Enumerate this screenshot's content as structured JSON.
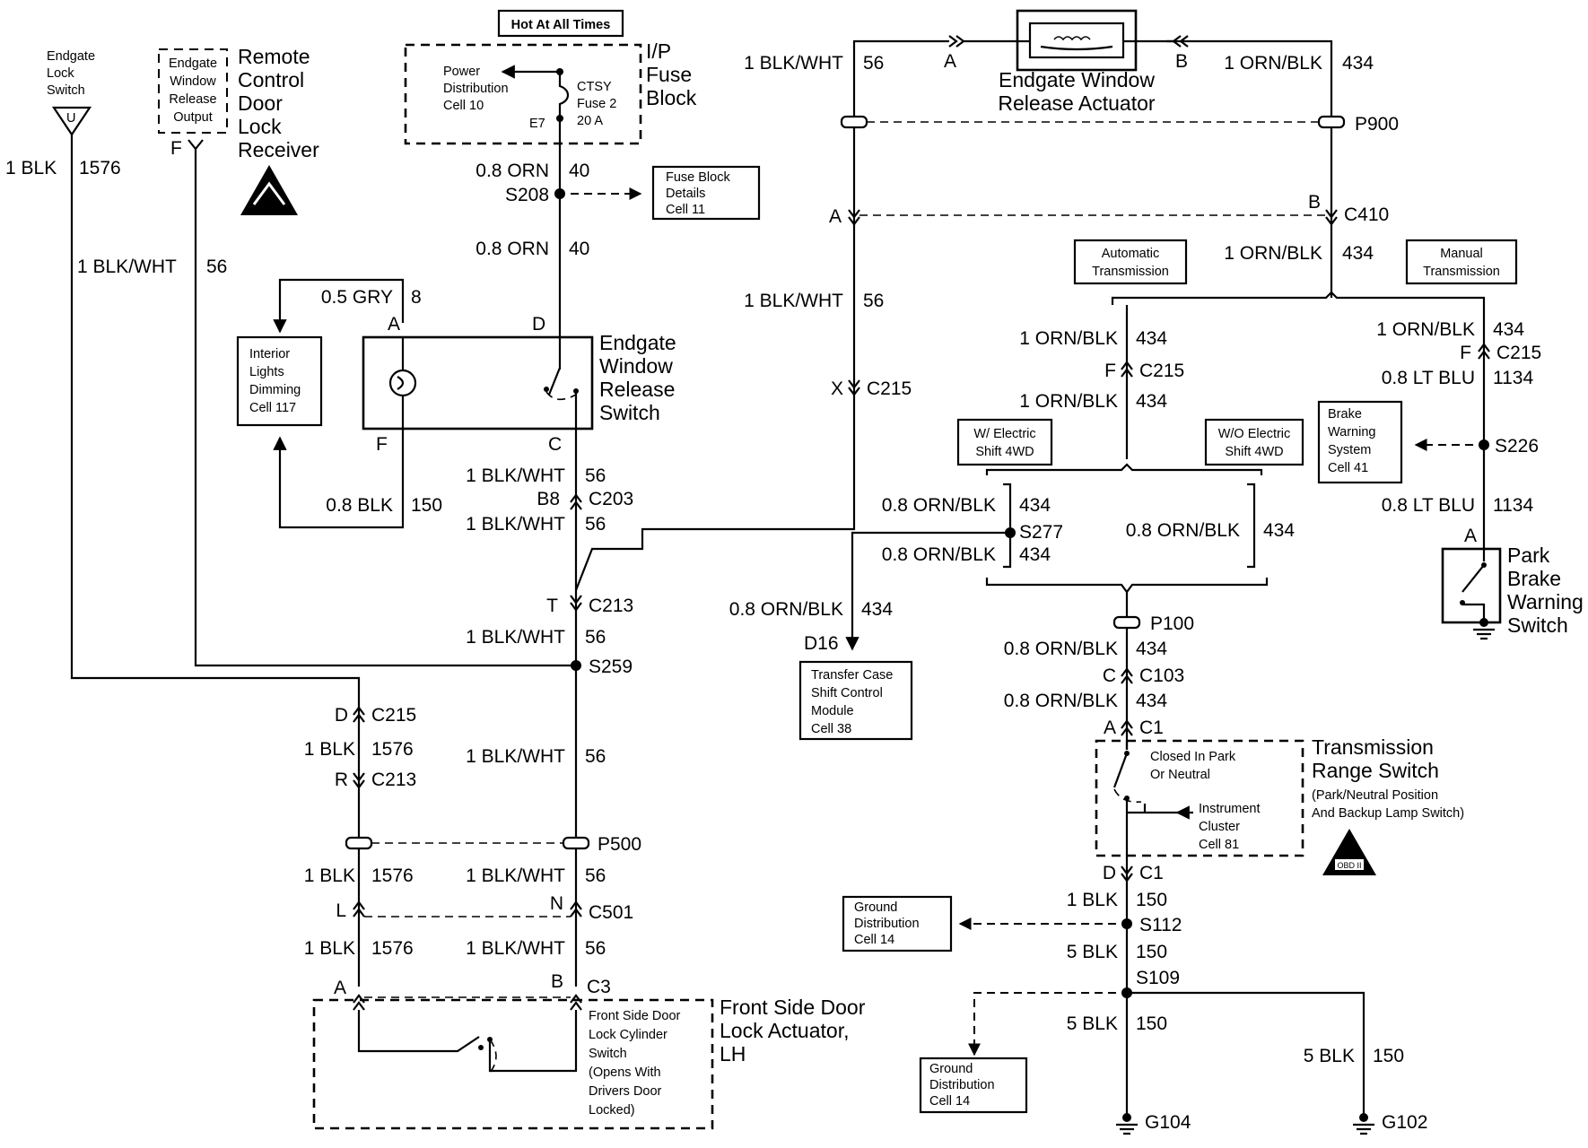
{
  "title": "Hot At All Times",
  "components": {
    "endgate_lock_switch": "Endgate Lock Switch",
    "endgate_lock_switch_pin": "U",
    "remote_receiver": "Remote Control Door Lock Receiver",
    "remote_receiver_output": "Endgate Window Release Output",
    "remote_receiver_pin": "F",
    "ip_fuse_block": "I/P Fuse Block",
    "power_distribution": "Power Distribution Cell 10",
    "ctsy_fuse": "CTSY Fuse 2 20 A",
    "fuse_terminal": "E7",
    "fuse_block_details": "Fuse Block Details Cell 11",
    "interior_lights": "Interior Lights Dimming Cell 117",
    "release_switch": "Endgate Window Release Switch",
    "release_actuator": "Endgate Window Release Actuator",
    "automatic_transmission": "Automatic Transmission",
    "manual_transmission": "Manual Transmission",
    "w_electric": "W/ Electric Shift 4WD",
    "wo_electric": "W/O Electric Shift 4WD",
    "brake_warning_system": "Brake Warning System Cell 41",
    "park_brake_switch": "Park Brake Warning Switch",
    "transfer_case_module": "Transfer Case Shift Control Module Cell 38",
    "transmission_range_switch": "Transmission Range Switch",
    "transmission_range_sub": "(Park/Neutral Position And Backup Lamp Switch)",
    "closed_in_park": "Closed In Park Or Neutral",
    "instrument_cluster": "Instrument Cluster Cell 81",
    "ground_distribution_1": "Ground Distribution Cell 14",
    "ground_distribution_2": "Ground Distribution Cell 14",
    "door_lock_actuator": "Front Side Door Lock Actuator, LH",
    "lock_cylinder_switch": "Front Side Door Lock Cylinder Switch (Opens With Drivers Door Locked)",
    "badge": "OBD II"
  },
  "wires": [
    {
      "id": "w1576_top",
      "color": "1 BLK",
      "circuit": "1576"
    },
    {
      "id": "w56_receiver",
      "color": "1 BLK/WHT",
      "circuit": "56"
    },
    {
      "id": "w8",
      "color": "0.5 GRY",
      "circuit": "8"
    },
    {
      "id": "w40_a",
      "color": "0.8 ORN",
      "circuit": "40"
    },
    {
      "id": "w40_b",
      "color": "0.8 ORN",
      "circuit": "40"
    },
    {
      "id": "w150_switch",
      "color": "0.8 BLK",
      "circuit": "150"
    },
    {
      "id": "w56_c203_top",
      "color": "1 BLK/WHT",
      "circuit": "56"
    },
    {
      "id": "w56_c203_bot",
      "color": "1 BLK/WHT",
      "circuit": "56"
    },
    {
      "id": "w56_c213",
      "color": "1 BLK/WHT",
      "circuit": "56"
    },
    {
      "id": "w1576_c215",
      "color": "1 BLK",
      "circuit": "1576"
    },
    {
      "id": "w56_s259",
      "color": "1 BLK/WHT",
      "circuit": "56"
    },
    {
      "id": "w1576_p500",
      "color": "1 BLK",
      "circuit": "1576"
    },
    {
      "id": "w56_p500",
      "color": "1 BLK/WHT",
      "circuit": "56"
    },
    {
      "id": "w1576_c501",
      "color": "1 BLK",
      "circuit": "1576"
    },
    {
      "id": "w56_c501",
      "color": "1 BLK/WHT",
      "circuit": "56"
    },
    {
      "id": "w56_actuator",
      "color": "1 BLK/WHT",
      "circuit": "56"
    },
    {
      "id": "w56_c410",
      "color": "1 BLK/WHT",
      "circuit": "56"
    },
    {
      "id": "w434_actuator",
      "color": "1 ORN/BLK",
      "circuit": "434"
    },
    {
      "id": "w434_c410",
      "color": "1 ORN/BLK",
      "circuit": "434"
    },
    {
      "id": "w434_auto_1",
      "color": "1 ORN/BLK",
      "circuit": "434"
    },
    {
      "id": "w434_auto_2",
      "color": "1 ORN/BLK",
      "circuit": "434"
    },
    {
      "id": "w434_manual",
      "color": "1 ORN/BLK",
      "circuit": "434"
    },
    {
      "id": "w1134_a",
      "color": "0.8 LT BLU",
      "circuit": "1134"
    },
    {
      "id": "w1134_b",
      "color": "0.8 LT BLU",
      "circuit": "1134"
    },
    {
      "id": "w434_s277_a",
      "color": "0.8 ORN/BLK",
      "circuit": "434"
    },
    {
      "id": "w434_s277_b",
      "color": "0.8 ORN/BLK",
      "circuit": "434"
    },
    {
      "id": "w434_wo",
      "color": "0.8 ORN/BLK",
      "circuit": "434"
    },
    {
      "id": "w434_tcm",
      "color": "0.8 ORN/BLK",
      "circuit": "434"
    },
    {
      "id": "w434_p100",
      "color": "0.8 ORN/BLK",
      "circuit": "434"
    },
    {
      "id": "w434_c103",
      "color": "0.8 ORN/BLK",
      "circuit": "434"
    },
    {
      "id": "w150_c1",
      "color": "1 BLK",
      "circuit": "150"
    },
    {
      "id": "w150_s112",
      "color": "5 BLK",
      "circuit": "150"
    },
    {
      "id": "w150_g104",
      "color": "5 BLK",
      "circuit": "150"
    },
    {
      "id": "w150_g102",
      "color": "5 BLK",
      "circuit": "150"
    }
  ],
  "connectors": {
    "s208": "S208",
    "s259": "S259",
    "s277": "S277",
    "s226": "S226",
    "s112": "S112",
    "s109": "S109",
    "c203": "C203",
    "c203_pin": "B8",
    "c213_a": "C213",
    "c213_a_pin": "T",
    "c215_a": "C215",
    "c215_a_pin": "D",
    "c213_b": "C213",
    "c213_b_pin": "R",
    "p500": "P500",
    "c501": "C501",
    "c501_pin_l": "L",
    "c501_pin_n": "N",
    "c3": "C3",
    "c3_pin_a": "A",
    "c3_pin_b": "B",
    "sw_pin_a": "A",
    "sw_pin_d": "D",
    "sw_pin_f": "F",
    "sw_pin_c": "C",
    "p900": "P900",
    "c410": "C410",
    "c410_pin_a": "A",
    "c410_pin_b": "B",
    "act_pin_a": "A",
    "act_pin_b": "B",
    "c215_x": "C215",
    "c215_x_pin": "X",
    "c215_f": "C215",
    "c215_f_pin": "F",
    "c215_f2": "C215",
    "c215_f2_pin": "F",
    "park_pin": "A",
    "d16": "D16",
    "p100": "P100",
    "c103": "C103",
    "c103_pin": "C",
    "c1_a": "C1",
    "c1_a_pin": "A",
    "c1_d": "C1",
    "c1_d_pin": "D",
    "g104": "G104",
    "g102": "G102"
  }
}
